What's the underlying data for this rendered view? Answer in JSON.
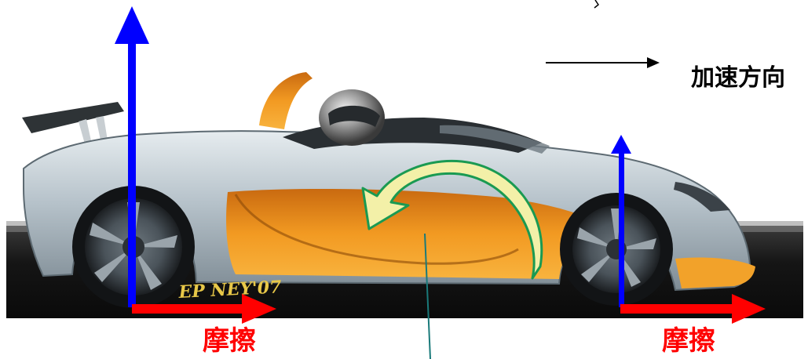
{
  "legend": {
    "acceleration_label": "加速方向"
  },
  "forces": {
    "friction_left_label": "摩擦",
    "friction_right_label": "摩擦"
  },
  "car": {
    "signature": "EP NEY'07"
  },
  "colors": {
    "normal_force_arrow": "#0000ff",
    "friction_arrow": "#ff0000",
    "torque_arrow_fill": "#f3f0a8",
    "torque_arrow_stroke": "#1a9a52",
    "pointer_line": "#1a7a7a",
    "car_body_silver": "#b8c4cc",
    "car_side_orange": "#f0921a",
    "road_dark": "#151515"
  },
  "icons": {
    "acceleration_arrow": "arrow-right",
    "normal_force_arrows": "arrow-up",
    "friction_arrows": "arrow-right",
    "torque_arrow": "curved-arrow-counterclockwise"
  }
}
